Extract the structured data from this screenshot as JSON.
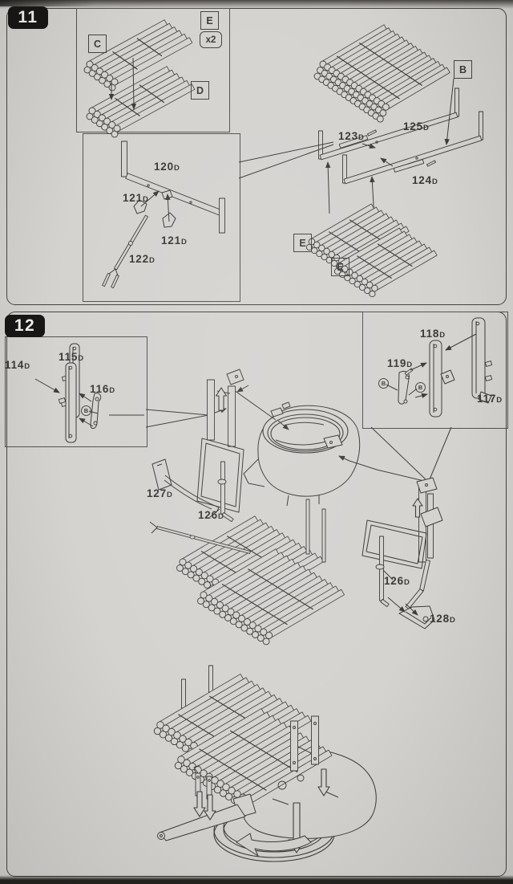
{
  "page_type": "model-kit-assembly-instructions",
  "colors": {
    "paper": "#d5d3d0",
    "ink": "#3d3c3a",
    "badge_bg": "#181715",
    "badge_text": "#f2f1ee"
  },
  "step11": {
    "badge": "11",
    "callouts": {
      "c": "C",
      "e_top": "E",
      "x2": "x2",
      "d": "D",
      "b": "B",
      "e_left": "E",
      "e_right": "E"
    },
    "parts": {
      "p120": {
        "num": "120",
        "sub": "D"
      },
      "p121a": {
        "num": "121",
        "sub": "D"
      },
      "p121b": {
        "num": "121",
        "sub": "D"
      },
      "p122": {
        "num": "122",
        "sub": "D"
      },
      "p123": {
        "num": "123",
        "sub": "D"
      },
      "p124": {
        "num": "124",
        "sub": "D"
      },
      "p125": {
        "num": "125",
        "sub": "D"
      }
    }
  },
  "step12": {
    "badge": "12",
    "fasteners": {
      "b1": "B",
      "b2": "B",
      "b3": "B"
    },
    "parts": {
      "p114": {
        "num": "114",
        "sub": "D"
      },
      "p115": {
        "num": "115",
        "sub": "D"
      },
      "p116": {
        "num": "116",
        "sub": "D"
      },
      "p117": {
        "num": "117",
        "sub": "D"
      },
      "p118": {
        "num": "118",
        "sub": "D"
      },
      "p119": {
        "num": "119",
        "sub": "D"
      },
      "p127": {
        "num": "127",
        "sub": "D"
      },
      "p126a": {
        "num": "126",
        "sub": "D"
      },
      "p126b": {
        "num": "126",
        "sub": "D"
      },
      "p128": {
        "num": "128",
        "sub": "D"
      }
    }
  }
}
